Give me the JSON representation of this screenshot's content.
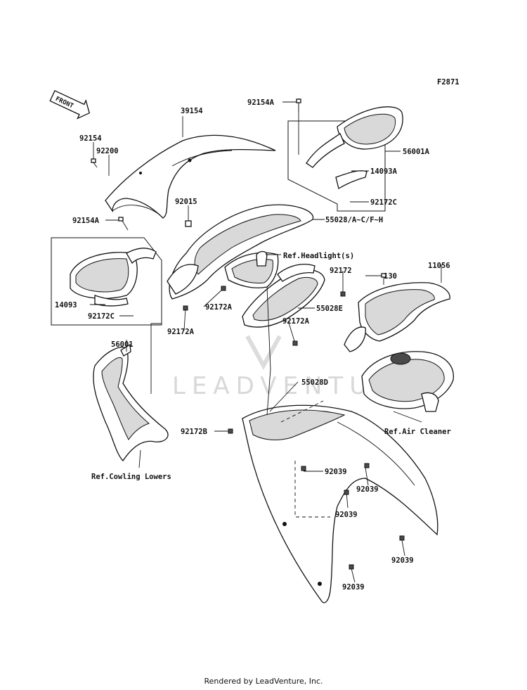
{
  "figure_code": "F2871",
  "front_arrow_label": "FRONT",
  "watermark": "LEADVENTURE",
  "credit": "Rendered by LeadVenture, Inc.",
  "labels": {
    "p92154A_top": "92154A",
    "p39154": "39154",
    "p56001A": "56001A",
    "p92154": "92154",
    "p92200": "92200",
    "p14093A": "14093A",
    "p92172C_right": "92172C",
    "p92154A_left": "92154A",
    "p92015": "92015",
    "p55028": "55028/A~C/F~H",
    "ref_headlight": "Ref.Headlight(s)",
    "p92172": "92172",
    "p130": "130",
    "p11056": "11056",
    "p14093": "14093",
    "p92172C_left": "92172C",
    "p92172A_1": "92172A",
    "p55028E": "55028E",
    "p92172A_2": "92172A",
    "p92172A_3": "92172A",
    "p56001": "56001",
    "p55028D": "55028D",
    "p92172B": "92172B",
    "ref_air_cleaner": "Ref.Air Cleaner",
    "ref_cowling": "Ref.Cowling Lowers",
    "p92039_1": "92039",
    "p92039_2": "92039",
    "p92039_3": "92039",
    "p92039_4": "92039",
    "p92039_5": "92039"
  }
}
